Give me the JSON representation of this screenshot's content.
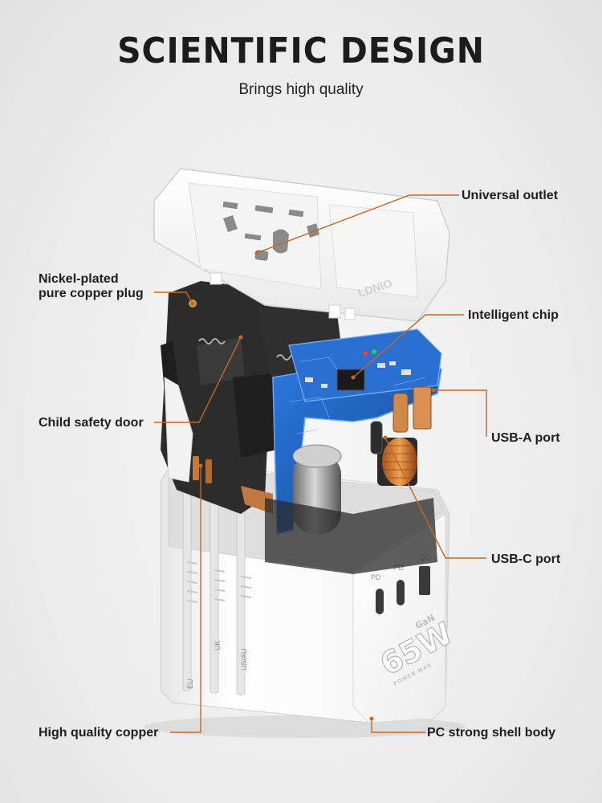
{
  "header": {
    "title": "SCIENTIFIC DESIGN",
    "subtitle": "Brings high quality"
  },
  "callouts": {
    "universal_outlet": "Universal outlet",
    "nickel_plug_line1": "Nickel-plated",
    "nickel_plug_line2": "pure copper plug",
    "intelligent_chip": "Intelligent chip",
    "child_safety_door": "Child safety door",
    "usb_a_port": "USB-A port",
    "usb_c_port": "USB-C port",
    "high_quality_copper": "High quality copper",
    "pc_shell_body": "PC strong shell body"
  },
  "product": {
    "brand": "LDNIO",
    "wattage": "65W",
    "gan_label": "GaN",
    "power_max": "POWER MAX",
    "port_pd1": "PD",
    "port_pd2": "PD",
    "port_qc": "QC",
    "region_eu": "EU",
    "region_uk": "UK",
    "region_us": "US/AU"
  },
  "colors": {
    "leader_line": "#c8662a",
    "pcb_blue": "#1f5fbf",
    "shell_white": "#ffffff",
    "internal_dark": "#2a2a2a"
  }
}
